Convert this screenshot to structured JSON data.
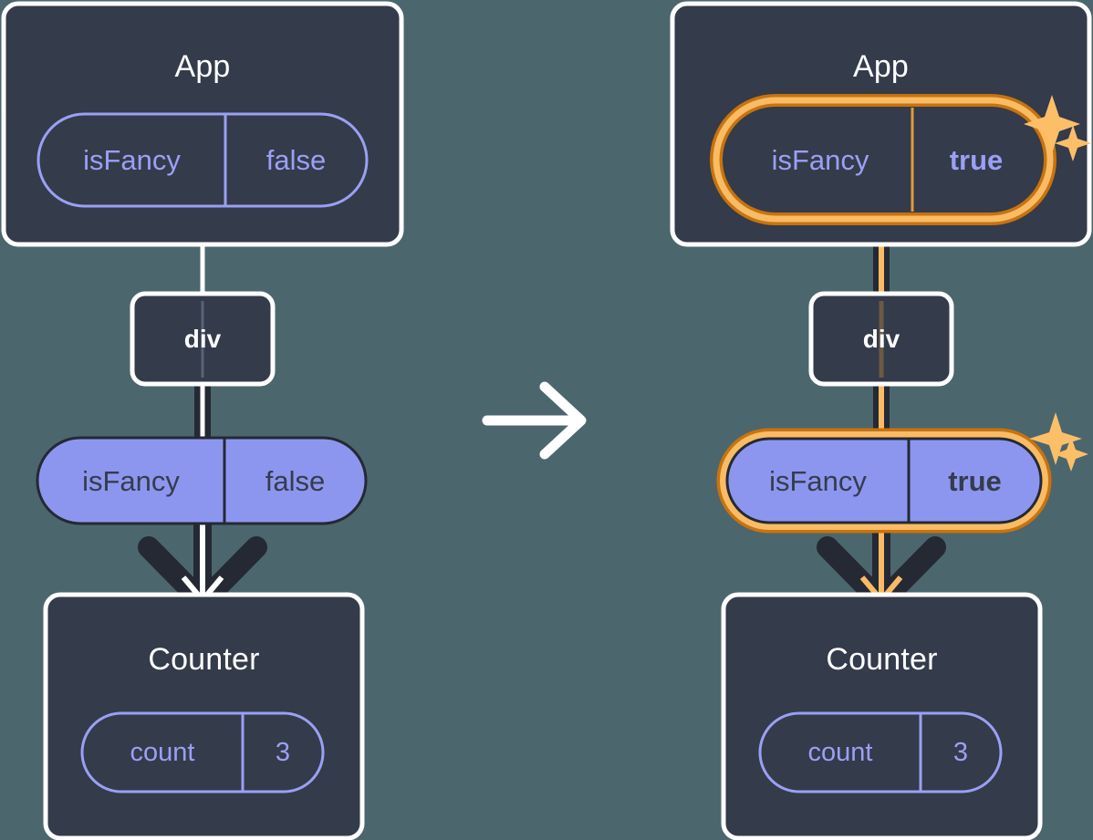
{
  "diagram": {
    "type": "react-state-update-flow",
    "background_color": "#4c666e",
    "panels": [
      {
        "id": "before",
        "app": {
          "title": "App",
          "state_pill": {
            "name": "isFancy",
            "value": "false",
            "style": "outline",
            "highlighted": false,
            "bold_value": false
          }
        },
        "div": {
          "label": "div"
        },
        "prop_pill": {
          "name": "isFancy",
          "value": "false",
          "style": "filled",
          "highlighted": false,
          "bold_value": false
        },
        "counter": {
          "title": "Counter",
          "state_pill": {
            "name": "count",
            "value": "3",
            "style": "outline",
            "highlighted": false,
            "bold_value": false
          }
        },
        "edge_color": "#ffffff",
        "sparkles": false
      },
      {
        "id": "after",
        "app": {
          "title": "App",
          "state_pill": {
            "name": "isFancy",
            "value": "true",
            "style": "outline",
            "highlighted": true,
            "bold_value": true
          }
        },
        "div": {
          "label": "div"
        },
        "prop_pill": {
          "name": "isFancy",
          "value": "true",
          "style": "filled",
          "highlighted": true,
          "bold_value": true
        },
        "counter": {
          "title": "Counter",
          "state_pill": {
            "name": "count",
            "value": "3",
            "style": "outline",
            "highlighted": false,
            "bold_value": false
          }
        },
        "edge_color": "#f9bb63",
        "sparkles": true
      }
    ],
    "transition_arrow": {
      "direction": "right",
      "color": "#ffffff"
    },
    "colors": {
      "background": "#4c666e",
      "card": "#343b4a",
      "card_border": "#ffffff",
      "accent_purple": "#9aa0f5",
      "pill_fill": "#8d96ef",
      "pill_text_dark": "#353c4c",
      "highlight_outer": "#c8730f",
      "highlight_inner": "#f9bb63",
      "edge_dark": "#242933",
      "edge_light": "#ffffff",
      "sparkle": "#fcbf68"
    }
  }
}
